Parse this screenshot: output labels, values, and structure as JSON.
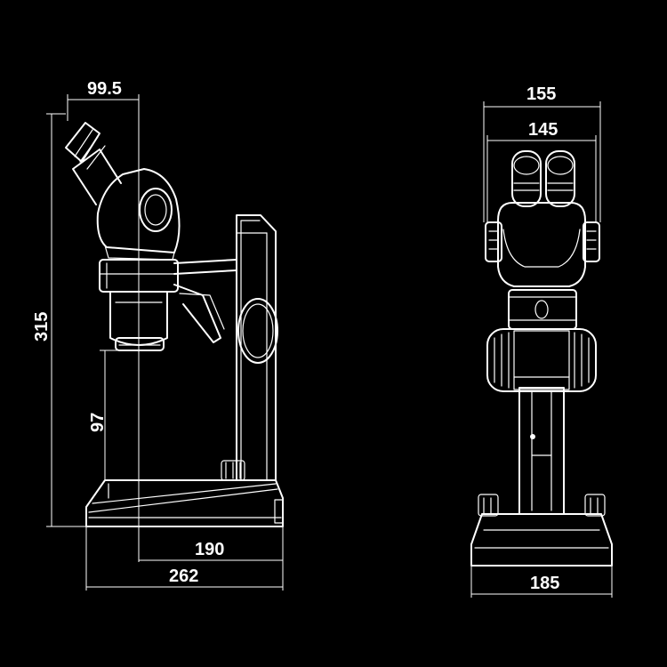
{
  "side_view": {
    "dims": {
      "eyepiece_offset": "99.5",
      "total_height": "315",
      "working_distance": "97",
      "base_depth": "190",
      "overall_depth": "262"
    }
  },
  "front_view": {
    "dims": {
      "overall_width": "155",
      "head_width": "145",
      "base_width": "185"
    }
  },
  "colors": {
    "background": "#000000",
    "stroke": "#ffffff"
  }
}
